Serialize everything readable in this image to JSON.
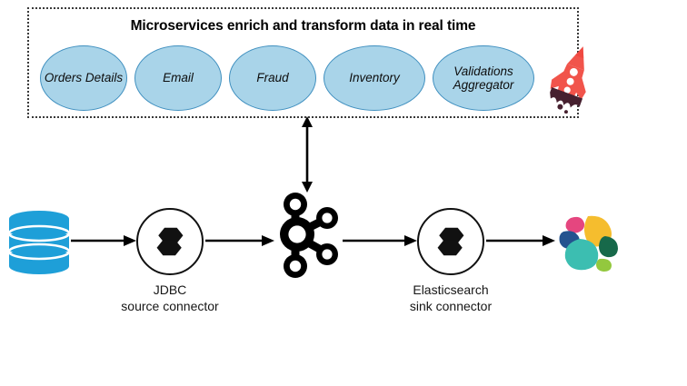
{
  "diagram": {
    "title": "Microservices enrich and transform data in real time",
    "microservices": [
      {
        "label": "Orders\nDetails",
        "name": "orders-details"
      },
      {
        "label": "Email",
        "name": "email"
      },
      {
        "label": "Fraud",
        "name": "fraud"
      },
      {
        "label": "Inventory",
        "name": "inventory"
      },
      {
        "label": "Validations\nAggregator",
        "name": "validations-aggregator"
      }
    ],
    "rocket_icon": "rocket-icon",
    "pipeline": {
      "source": {
        "icon": "database-icon",
        "label": ""
      },
      "source_connector": {
        "icon": "kafka-connect-icon",
        "caption": "JDBC\nsource connector"
      },
      "broker": {
        "icon": "kafka-icon",
        "label": ""
      },
      "sink_connector": {
        "icon": "kafka-connect-icon",
        "caption": "Elasticsearch\nsink connector"
      },
      "sink": {
        "icon": "elasticsearch-icon",
        "label": ""
      }
    },
    "colors": {
      "node_fill": "#a9d4e9",
      "node_stroke": "#3f8fbf",
      "database": "#1e9fd8",
      "arrow": "#000000",
      "box_border": "#3a3a3a",
      "rocket": "#f1544b",
      "es_yellow": "#f5bd2e",
      "es_teal": "#3cbeb1",
      "es_navy": "#24538f",
      "es_pink": "#e5467f",
      "es_darkgreen": "#17694a",
      "es_lightgreen": "#93c83e"
    }
  }
}
